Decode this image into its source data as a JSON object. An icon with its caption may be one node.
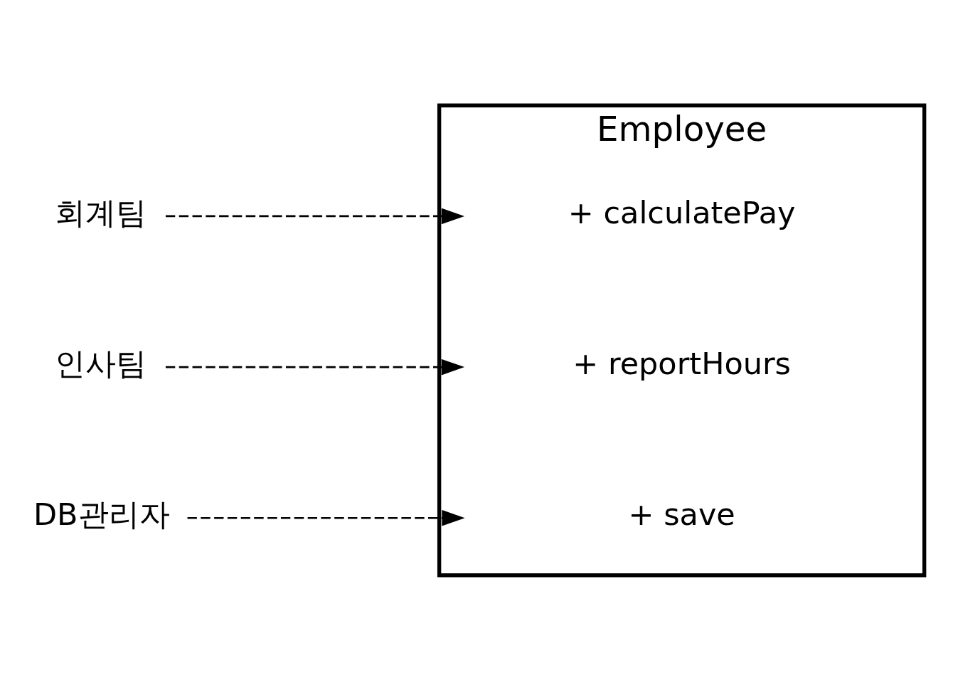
{
  "diagram": {
    "nodes": [
      {
        "text": [
          "회계팀"
        ]
      },
      {
        "text": [
          "인사팀"
        ]
      },
      {
        "text": [
          "DB관리자"
        ]
      },
      {
        "text": [
          "Employee"
        ]
      },
      {
        "text": [
          "+ calculatePay"
        ],
        "in": 3
      },
      {
        "text": [
          "+ reportHours"
        ],
        "in": 3
      },
      {
        "text": [
          "+ save"
        ],
        "in": 3
      }
    ],
    "edges": [
      {
        "from": 0,
        "to": 4,
        "arrow": "to",
        "style": "dashed"
      },
      {
        "from": 1,
        "to": 5,
        "arrow": "to",
        "style": "dashed"
      },
      {
        "from": 2,
        "to": 6,
        "arrow": "to",
        "style": "dashed"
      }
    ]
  }
}
